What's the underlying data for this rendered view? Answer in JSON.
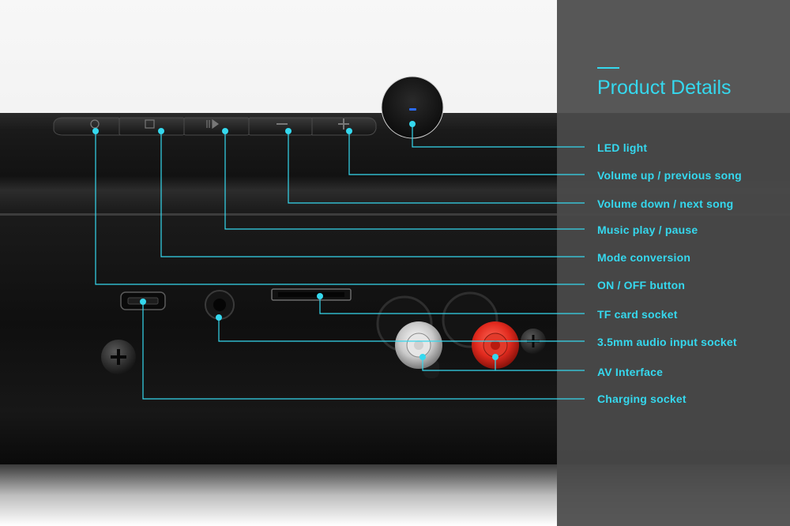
{
  "title": "Product Details",
  "accent_color": "#35d8ee",
  "panel_color": "#4a4a4a",
  "callouts": [
    {
      "label": "LED light",
      "part": "led-light"
    },
    {
      "label": "Volume up / previous song",
      "part": "volume-up-button"
    },
    {
      "label": "Volume down / next song",
      "part": "volume-down-button"
    },
    {
      "label": "Music play / pause",
      "part": "play-pause-button"
    },
    {
      "label": "Mode conversion",
      "part": "mode-button"
    },
    {
      "label": "ON / OFF button",
      "part": "power-button"
    },
    {
      "label": "TF card socket",
      "part": "tf-card-slot"
    },
    {
      "label": "3.5mm audio input socket",
      "part": "aux-jack"
    },
    {
      "label": "AV Interface",
      "part": "rca-jacks"
    },
    {
      "label": "Charging socket",
      "part": "micro-usb-port"
    }
  ]
}
